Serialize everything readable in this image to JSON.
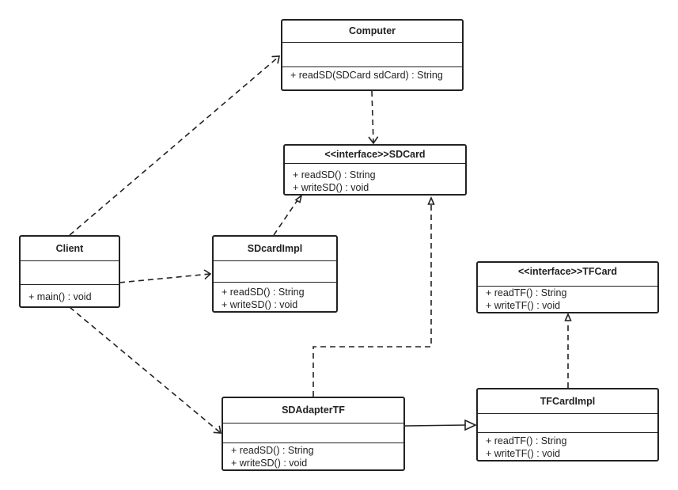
{
  "classes": {
    "computer": {
      "name": "Computer",
      "ops": [
        "+ readSD(SDCard sdCard) : String"
      ]
    },
    "sdcard": {
      "name": "<<interface>>SDCard",
      "ops": [
        "+ readSD() : String",
        "+ writeSD() : void"
      ]
    },
    "client": {
      "name": "Client",
      "ops": [
        "+ main() : void"
      ]
    },
    "sdcardimpl": {
      "name": "SDcardImpl",
      "ops": [
        "+ readSD() : String",
        "+ writeSD() : void"
      ]
    },
    "tfcard": {
      "name": "<<interface>>TFCard",
      "ops": [
        "+ readTF() : String",
        "+ writeTF() : void"
      ]
    },
    "sdadaptertf": {
      "name": "SDAdapterTF",
      "ops": [
        "+ readSD() : String",
        "+ writeSD() : void"
      ]
    },
    "tfcardimpl": {
      "name": "TFCardImpl",
      "ops": [
        "+ readTF() : String",
        "+ writeTF() : void"
      ]
    }
  },
  "relations": [
    {
      "from": "Client",
      "to": "Computer",
      "kind": "dependency"
    },
    {
      "from": "Client",
      "to": "SDcardImpl",
      "kind": "dependency"
    },
    {
      "from": "Client",
      "to": "SDAdapterTF",
      "kind": "dependency"
    },
    {
      "from": "Computer",
      "to": "<<interface>>SDCard",
      "kind": "dependency"
    },
    {
      "from": "SDcardImpl",
      "to": "<<interface>>SDCard",
      "kind": "realization"
    },
    {
      "from": "SDAdapterTF",
      "to": "<<interface>>SDCard",
      "kind": "realization"
    },
    {
      "from": "TFCardImpl",
      "to": "<<interface>>TFCard",
      "kind": "realization"
    },
    {
      "from": "SDAdapterTF",
      "to": "TFCardImpl",
      "kind": "association"
    }
  ]
}
